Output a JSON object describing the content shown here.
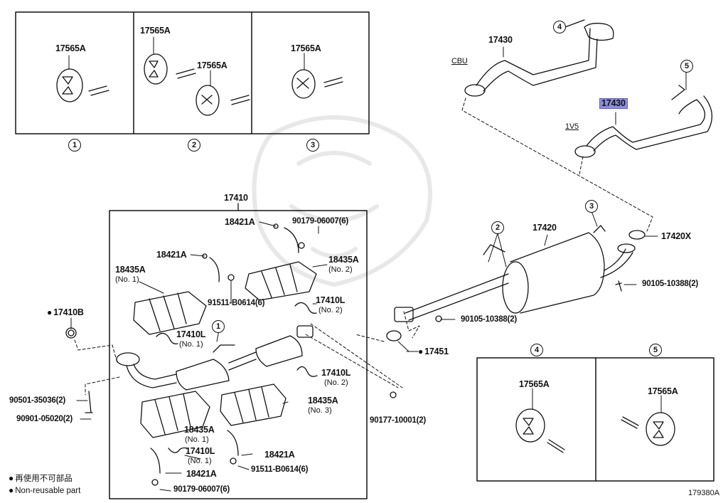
{
  "diagram": {
    "title_code": "179380A",
    "legend": [
      {
        "marker": "non-reusable-dot",
        "text": "再使用不可部品"
      },
      {
        "marker": "non-reusable-dot",
        "text": "Non-reusable part"
      }
    ],
    "detail_panels": [
      {
        "id": "1",
        "ref": "①",
        "parts": [
          "17565A"
        ]
      },
      {
        "id": "2",
        "ref": "②",
        "parts": [
          "17565A",
          "17565A"
        ]
      },
      {
        "id": "3",
        "ref": "③",
        "parts": [
          "17565A"
        ]
      },
      {
        "id": "4",
        "ref": "④",
        "parts": [
          "17565A"
        ]
      },
      {
        "id": "5",
        "ref": "⑤",
        "parts": [
          "17565A"
        ]
      }
    ],
    "tailpipe": {
      "variant_cbu": {
        "label": "CBU",
        "part": "17430",
        "callout": "4"
      },
      "variant_1v5": {
        "label": "1V5",
        "part": "17430",
        "callout": "5",
        "highlighted": true
      }
    },
    "converter_group": {
      "part": "17410",
      "items": [
        {
          "part": "18421A"
        },
        {
          "part": "90179-06007(6)"
        },
        {
          "part": "18421A"
        },
        {
          "part": "18435A",
          "note": "(No. 2)"
        },
        {
          "part": "18435A",
          "note": "(No. 1)"
        },
        {
          "part": "91511-B0614(6)"
        },
        {
          "part": "17410L",
          "note": "(No. 2)"
        },
        {
          "part": "17410L",
          "note": "(No. 1)"
        },
        {
          "part": "17410L",
          "note": "(No. 2)"
        },
        {
          "part": "18435A",
          "note": "(No. 3)"
        },
        {
          "part": "18435A",
          "note": "(No. 1)"
        },
        {
          "part": "17410L",
          "note": "(No. 1)"
        },
        {
          "part": "18421A"
        },
        {
          "part": "91511-B0614(6)"
        },
        {
          "part": "18421A"
        },
        {
          "part": "90179-06007(6)"
        }
      ],
      "callout": "1"
    },
    "left_parts": [
      {
        "part": "17410B",
        "non_reusable": true
      },
      {
        "part": "90501-35036(2)"
      },
      {
        "part": "90901-05020(2)"
      }
    ],
    "muffler": {
      "part": "17420",
      "callouts": [
        "2",
        "3"
      ],
      "gasket": "17420X",
      "bolt_rear": "90105-10388(2)",
      "bolt_front": "90105-10388(2)",
      "front_gasket": {
        "part": "17451",
        "non_reusable": true
      },
      "nut": "90177-10001(2)"
    }
  }
}
